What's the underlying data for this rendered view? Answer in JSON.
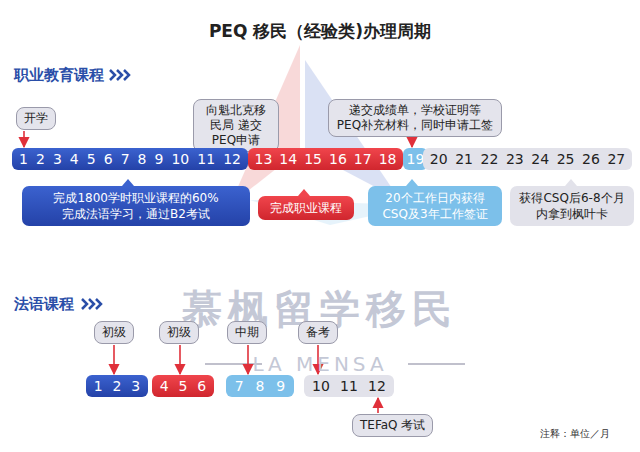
{
  "diagram": {
    "title": "PEQ 移民（经验类)办理周期",
    "nodes": [
      {
        "text": [
          "开学"
        ]
      },
      {
        "text": [
          "向魁北克移民局 递交PEQ申请"
        ]
      },
      {
        "text": [
          "递交成绩单，学校证明等 PEQ补充材料，同时申请工签"
        ]
      },
      {
        "text": [
          "1",
          "2",
          "3",
          "4",
          "5",
          "6",
          "7",
          "8",
          "9",
          "10",
          "11",
          "12"
        ]
      },
      {
        "text": [
          "13",
          "14",
          "15",
          "16",
          "17",
          "18"
        ]
      },
      {
        "text": [
          "19"
        ]
      },
      {
        "text": [
          "20",
          "21",
          "22",
          "23",
          "24",
          "25",
          "26",
          "27"
        ]
      },
      {
        "text": [
          "完成1800学时职业课程的60%",
          "完成法语学习，通过B2考试"
        ]
      },
      {
        "text": [
          "完成职业课程"
        ]
      },
      {
        "text": [
          "20个工作日内获得 CSQ及3年工作签证"
        ]
      },
      {
        "text": [
          "获得CSQ后6-8个月内拿到枫叶卡"
        ]
      },
      {
        "text": [
          "初级"
        ]
      },
      {
        "text": [
          "初级"
        ]
      },
      {
        "text": [
          "中期"
        ]
      },
      {
        "text": [
          "备考"
        ]
      },
      {
        "text": [
          "1",
          "2",
          "3"
        ]
      },
      {
        "text": [
          "4",
          "5",
          "6"
        ]
      },
      {
        "text": [
          "7",
          "8",
          "9"
        ]
      },
      {
        "text": [
          "10",
          "11",
          "12"
        ]
      },
      {
        "text": [
          "TEFaQ 考试"
        ]
      }
    ],
    "edges": [
      {
        "from": 0,
        "to": 3,
        "arrow": "to"
      },
      {
        "from": 1,
        "to": 4,
        "arrow": "to"
      },
      {
        "from": 2,
        "to": 5,
        "arrow": "to"
      },
      {
        "from": 11,
        "to": 15,
        "arrow": "to"
      },
      {
        "from": 12,
        "to": 16,
        "arrow": "to"
      },
      {
        "from": 13,
        "to": 17,
        "arrow": "to"
      },
      {
        "from": 14,
        "to": 18,
        "arrow": "to"
      },
      {
        "from": 19,
        "to": 18,
        "arrow": "to"
      }
    ],
    "labels": [
      "职业教育课程",
      "法语课程",
      "慕枫留学移民",
      "LA MENSA",
      "注释：单位／月"
    ]
  }
}
